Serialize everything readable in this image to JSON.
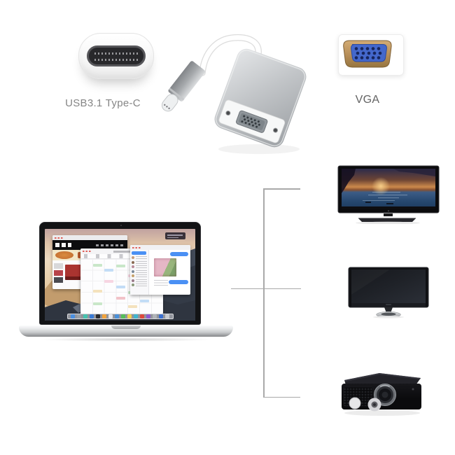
{
  "product": {
    "name": "USB-C to VGA adapter connectivity diagram",
    "labels": {
      "usbc": "USB3.1 Type-C",
      "vga": "VGA"
    },
    "colors": {
      "label_text": "#858585",
      "vga_label_text": "#636363",
      "vga_shell": "#b08b57",
      "vga_insert": "#4468cc",
      "adapter_body": "#c3c6c9",
      "cable": "#ffffff",
      "connection_line": "#a9a9a9"
    }
  },
  "diagram": {
    "source": {
      "name": "MacBook laptop",
      "icon": "laptop-icon"
    },
    "targets": [
      {
        "name": "TV",
        "icon": "tv-icon"
      },
      {
        "name": "Monitor",
        "icon": "monitor-icon"
      },
      {
        "name": "Projector",
        "icon": "projector-icon"
      }
    ]
  }
}
